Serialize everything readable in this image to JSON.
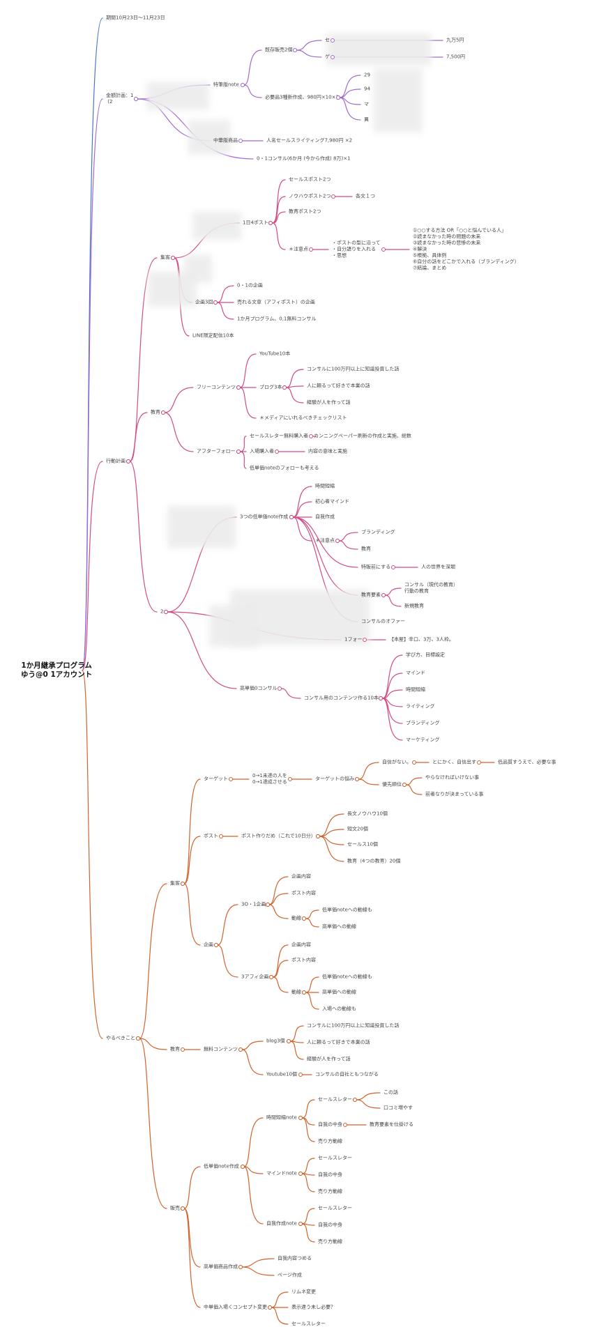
{
  "colors": {
    "blue": "#4a73c8",
    "purple": "#a06ad0",
    "pink": "#d14b86",
    "orange": "#d1622c"
  },
  "mindmap": {
    "root": "1か月継承プログラム\nゆう@0 1アカウント",
    "nodes": [
      {
        "id": "period",
        "text": "期間10月23日〜11月23日"
      },
      {
        "id": "funds",
        "text": "金額計画：1\n (2"
      },
      {
        "id": "f1",
        "text": "特筆版note"
      },
      {
        "id": "f1a",
        "text": "既存販売2個"
      },
      {
        "id": "f1a1",
        "text": "セ"
      },
      {
        "id": "f1a1v",
        "text": "九万5円"
      },
      {
        "id": "f1a2",
        "text": "ゲ"
      },
      {
        "id": "f1a2v",
        "text": "7,500円"
      },
      {
        "id": "f1b",
        "text": "必要品3種新作成、980円×10×3"
      },
      {
        "id": "f1b1",
        "text": "29"
      },
      {
        "id": "f1b2",
        "text": "94"
      },
      {
        "id": "f1b3",
        "text": "マ"
      },
      {
        "id": "f1b4",
        "text": "異"
      },
      {
        "id": "f2",
        "text": "中華版商品"
      },
      {
        "id": "f2a",
        "text": "人名セールスライティング7,980円 ×2"
      },
      {
        "id": "f3a",
        "text": "0・1コンサル(6か月 (今から作成) 8万)×1"
      },
      {
        "id": "action",
        "text": "行動計画"
      },
      {
        "id": "a1",
        "text": "集客"
      },
      {
        "id": "a1a",
        "text": "1日4ポスト"
      },
      {
        "id": "a1a1",
        "text": "セールスポスト2つ"
      },
      {
        "id": "a1a2",
        "text": "ノウハウポスト2つ"
      },
      {
        "id": "a1a2x",
        "text": "各文１つ"
      },
      {
        "id": "a1a3",
        "text": "教育ポスト2つ"
      },
      {
        "id": "a1a4",
        "text": "＊注意点"
      },
      {
        "id": "a1a4a",
        "text": "・ポストの型に沿って\n・自分語りを入れる\n・思想"
      },
      {
        "id": "a1a4b",
        "text": "①○○する方法 OR「○○と悩んでいる人」\n②読まなかった時の問題の未来\n③読まなかった時の悲惨の未来\n④解決\n⑤根拠、具体例\n⑥自分の話をどこかで入れる（ブランディング）\n⑦結論、まとめ"
      },
      {
        "id": "a1b",
        "text": "企画3回"
      },
      {
        "id": "a1b1",
        "text": "0・1の企画"
      },
      {
        "id": "a1b2",
        "text": "売れる文章（アフィポスト）の企画"
      },
      {
        "id": "a1b3",
        "text": "1か月プログラム、0,1無料コンサル"
      },
      {
        "id": "a1c",
        "text": "LINE限定配信10本"
      },
      {
        "id": "a2",
        "text": "教育"
      },
      {
        "id": "a2a",
        "text": "フリーコンテンツ"
      },
      {
        "id": "a2a1",
        "text": "YouTube10本"
      },
      {
        "id": "a2a2",
        "text": "ブログ3本"
      },
      {
        "id": "a2a2a",
        "text": "コンサルに100万円以上に知識投資した話"
      },
      {
        "id": "a2a2b",
        "text": "人に頼るって好きで本業の話"
      },
      {
        "id": "a2a2c",
        "text": "経験が人を作って話"
      },
      {
        "id": "a2a3",
        "text": "＊メディアにいれるべきチェックリスト"
      },
      {
        "id": "a2b",
        "text": "アフターフォロー"
      },
      {
        "id": "a2b1",
        "text": "セールスレター無料購入者"
      },
      {
        "id": "a2b1a",
        "text": "カンニングペーパー刷新の作成と実施、総数"
      },
      {
        "id": "a2b2",
        "text": "入場購入者"
      },
      {
        "id": "a2b2a",
        "text": "内容の意味と実施"
      },
      {
        "id": "a2b3",
        "text": "低単価noteのフォローも考える"
      },
      {
        "id": "a3",
        "text": "2"
      },
      {
        "id": "a3a",
        "text": "3つの低単価note作成"
      },
      {
        "id": "a3a1",
        "text": "時間短縮"
      },
      {
        "id": "a3a2",
        "text": "初心者マインド"
      },
      {
        "id": "a3a3",
        "text": "自我作成"
      },
      {
        "id": "a3a4",
        "text": "＊注意点"
      },
      {
        "id": "a3a4a",
        "text": "ブランディング"
      },
      {
        "id": "a3a4b",
        "text": "教育"
      },
      {
        "id": "a3b1",
        "text": "特販前にする"
      },
      {
        "id": "a3b1a",
        "text": "人の世界を深堀"
      },
      {
        "id": "a3b2",
        "text": "教育要素"
      },
      {
        "id": "a3b2a",
        "text": "コンサル（現代の教育）\n行動の教育"
      },
      {
        "id": "a3b2b",
        "text": "新規教育"
      },
      {
        "id": "a3b3",
        "text": "コンサルのオファー"
      },
      {
        "id": "a3c",
        "text": "1フォー"
      },
      {
        "id": "a3c1",
        "text": "【本屋】辛口、3万、3人枠。"
      },
      {
        "id": "a3d",
        "text": "高単価0コンサル"
      },
      {
        "id": "a3d1",
        "text": "コンサル用のコンテンツ作る10本"
      },
      {
        "id": "a3d1a",
        "text": "学び方、目標設定"
      },
      {
        "id": "a3d1b",
        "text": "マインド"
      },
      {
        "id": "a3d1c",
        "text": "時間短縮"
      },
      {
        "id": "a3d1d",
        "text": "ライティング"
      },
      {
        "id": "a3d1e",
        "text": "ブランディング"
      },
      {
        "id": "a3d1f",
        "text": "マーケティング"
      },
      {
        "id": "todo",
        "text": "やるべきこと"
      },
      {
        "id": "t1",
        "text": "集客"
      },
      {
        "id": "t1a",
        "text": "ターゲット"
      },
      {
        "id": "t1a1",
        "text": "0→1未達の人を\n0→1達成させる"
      },
      {
        "id": "t1a2",
        "text": "ターゲットの悩み"
      },
      {
        "id": "t1a2a",
        "text": "自信がない。"
      },
      {
        "id": "t1a2a1",
        "text": "とにかく、自信出す"
      },
      {
        "id": "t1a2a2",
        "text": "低品質すうえで、必要な事"
      },
      {
        "id": "t1a2b",
        "text": "優先順位"
      },
      {
        "id": "t1a2b1",
        "text": "やらなければいけない事"
      },
      {
        "id": "t1a2b2",
        "text": "前者なりが決まっている事"
      },
      {
        "id": "t1b",
        "text": "ポスト"
      },
      {
        "id": "t1b1",
        "text": "ポスト作りだめ（これで10日分）"
      },
      {
        "id": "t1b1a",
        "text": "長文ノウハウ10個"
      },
      {
        "id": "t1b1b",
        "text": "短文20個"
      },
      {
        "id": "t1b1c",
        "text": "セールス10個"
      },
      {
        "id": "t1b1d",
        "text": "教育（4つの教育）20個"
      },
      {
        "id": "t1c",
        "text": "企画"
      },
      {
        "id": "t1c1",
        "text": "3O・1企画"
      },
      {
        "id": "t1c1a",
        "text": "企画内容"
      },
      {
        "id": "t1c1b",
        "text": "ポスト内容"
      },
      {
        "id": "t1c1c",
        "text": "動線"
      },
      {
        "id": "t1c1c1",
        "text": "低単価noteへの動線も"
      },
      {
        "id": "t1c1c2",
        "text": "高単価への動線"
      },
      {
        "id": "t1c2",
        "text": "3アフィ企画"
      },
      {
        "id": "t1c2a",
        "text": "企画内容"
      },
      {
        "id": "t1c2b",
        "text": "ポスト内容"
      },
      {
        "id": "t1c2c",
        "text": "動線"
      },
      {
        "id": "t1c2c1",
        "text": "低単価noteへの動線も"
      },
      {
        "id": "t1c2c2",
        "text": "高単価への動線"
      },
      {
        "id": "t1c2c3",
        "text": "入場への動線も"
      },
      {
        "id": "t2",
        "text": "教育"
      },
      {
        "id": "t2a",
        "text": "無料コンテンツ"
      },
      {
        "id": "t2a1",
        "text": "blog3個"
      },
      {
        "id": "t2a1a",
        "text": "コンサルに100万円以上に知識投資した話"
      },
      {
        "id": "t2a1b",
        "text": "人に頼るって好きで本業の話"
      },
      {
        "id": "t2a1c",
        "text": "経験が人を作って話"
      },
      {
        "id": "t2a2",
        "text": "Youtube10個"
      },
      {
        "id": "t2a2a",
        "text": "コンサルの自社ともつながる"
      },
      {
        "id": "t3",
        "text": "販売"
      },
      {
        "id": "t3a",
        "text": "低単価note作成"
      },
      {
        "id": "t3a1",
        "text": "時間短縮note"
      },
      {
        "id": "t3a1a",
        "text": "セールスレター"
      },
      {
        "id": "t3a1a1",
        "text": "この話"
      },
      {
        "id": "t3a1a2",
        "text": "口コミ増やす"
      },
      {
        "id": "t3a1b",
        "text": "自我の中身"
      },
      {
        "id": "t3a1b1",
        "text": "教育要素を仕掛ける"
      },
      {
        "id": "t3a1c",
        "text": "売り方動線"
      },
      {
        "id": "t3a2",
        "text": "マインドnote"
      },
      {
        "id": "t3a2a",
        "text": "セールスレター"
      },
      {
        "id": "t3a2b",
        "text": "自我の中身"
      },
      {
        "id": "t3a2c",
        "text": "売り方動線"
      },
      {
        "id": "t3a3",
        "text": "自我作成note"
      },
      {
        "id": "t3a3a",
        "text": "セールスレター"
      },
      {
        "id": "t3a3b",
        "text": "自我の中身"
      },
      {
        "id": "t3a3c",
        "text": "売り方動線"
      },
      {
        "id": "t3b",
        "text": "高単価商品作成"
      },
      {
        "id": "t3b1",
        "text": "自我内容つめる"
      },
      {
        "id": "t3b2",
        "text": "ページ作成"
      },
      {
        "id": "t3c",
        "text": "中単価入場くコンセプト変更"
      },
      {
        "id": "t3c1",
        "text": "リムネ変更"
      },
      {
        "id": "t3c2",
        "text": "表示違う未し必要？"
      },
      {
        "id": "t3c3",
        "text": "セールスレター"
      }
    ]
  }
}
